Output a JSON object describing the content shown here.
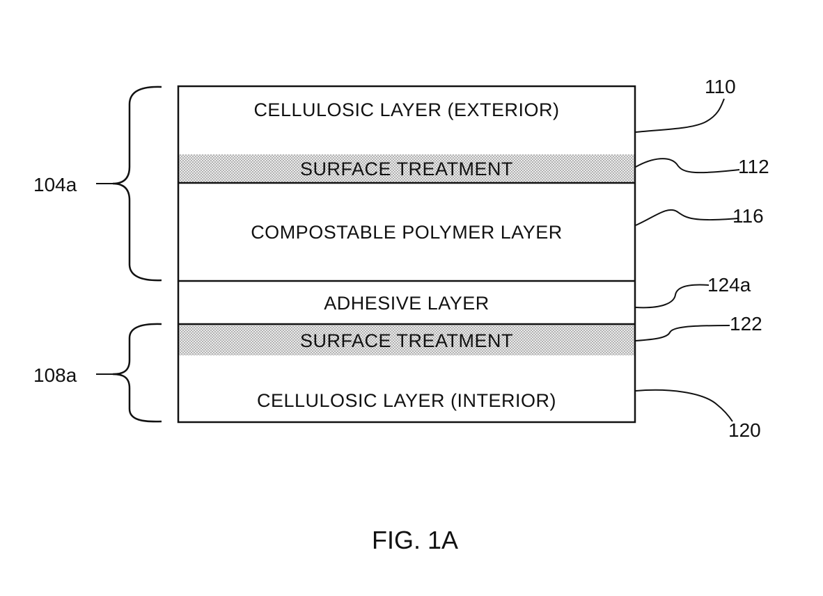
{
  "layers": {
    "cellulosic_exterior": "CELLULOSIC LAYER (EXTERIOR)",
    "surface_treatment_top": "SURFACE TREATMENT",
    "compostable_polymer": "COMPOSTABLE POLYMER LAYER",
    "adhesive": "ADHESIVE LAYER",
    "surface_treatment_bottom": "SURFACE TREATMENT",
    "cellulosic_interior": "CELLULOSIC LAYER (INTERIOR)"
  },
  "refs": {
    "r110": "110",
    "r112": "112",
    "r116": "116",
    "r124a": "124a",
    "r122": "122",
    "r120": "120"
  },
  "groups": {
    "g104a": "104a",
    "g108a": "108a"
  },
  "figure": {
    "caption": "FIG. 1A"
  },
  "colors": {
    "ink": "#111111",
    "treatment_fill": "#d9d9d9"
  }
}
